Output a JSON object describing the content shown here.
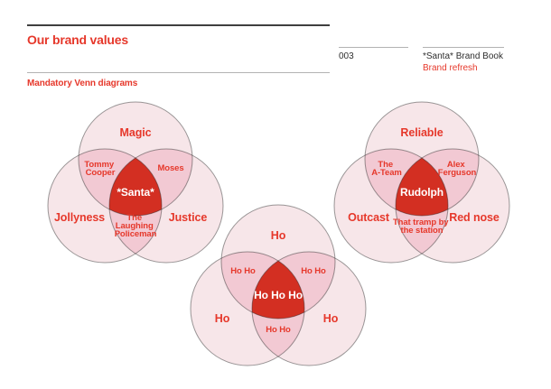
{
  "colors": {
    "brand_red": "#e6382b",
    "center_red": "#d32f22",
    "circle_pink": "#f7e6e9",
    "overlap_pink": "#f2c9d3",
    "rule_dark": "#3f3f3f",
    "rule_light": "#b3b3b3",
    "ink": "#2e2e2e",
    "page_bg": "#ffffff"
  },
  "header": {
    "title": "Our brand values",
    "section_label": "Mandatory Venn diagrams"
  },
  "meta": {
    "page_number": "003",
    "doc_title": "*Santa* Brand Book",
    "doc_subtitle": "Brand refresh"
  },
  "venns": [
    {
      "id": "santa",
      "top": "Magic",
      "bottom_left": "Jollyness",
      "bottom_right": "Justice",
      "lens_top_left": [
        "Tommy",
        "Cooper"
      ],
      "lens_top_right": [
        "Moses"
      ],
      "lens_bottom": [
        "The",
        "Laughing",
        "Policeman"
      ],
      "center": "*Santa*"
    },
    {
      "id": "ho",
      "top": "Ho",
      "bottom_left": "Ho",
      "bottom_right": "Ho",
      "lens_top_left": [
        "Ho Ho"
      ],
      "lens_top_right": [
        "Ho Ho"
      ],
      "lens_bottom": [
        "Ho Ho"
      ],
      "center": "Ho Ho Ho"
    },
    {
      "id": "rudolph",
      "top": "Reliable",
      "bottom_left": "Outcast",
      "bottom_right": "Red nose",
      "lens_top_left": [
        "The",
        "A-Team"
      ],
      "lens_top_right": [
        "Alex",
        "Ferguson"
      ],
      "lens_bottom": [
        "That tramp by",
        "the station"
      ],
      "center": "Rudolph"
    }
  ]
}
